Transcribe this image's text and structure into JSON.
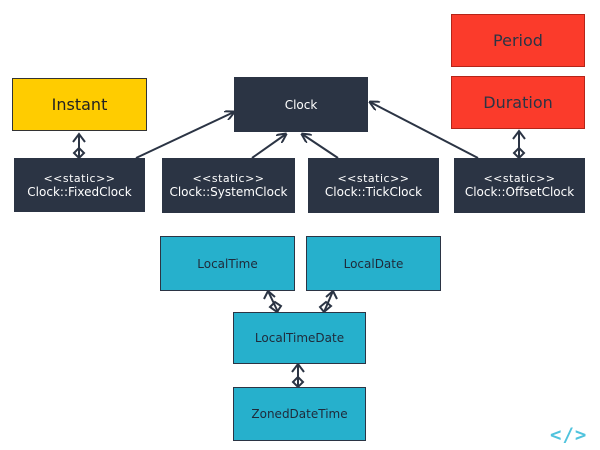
{
  "diagram": {
    "nodes": {
      "instant": "Instant",
      "clock": "Clock",
      "period": "Period",
      "duration": "Duration",
      "fixed_clock": {
        "stereotype": "<<static>>",
        "name": "Clock::FixedClock"
      },
      "system_clock": {
        "stereotype": "<<static>>",
        "name": "Clock::SystemClock"
      },
      "tick_clock": {
        "stereotype": "<<static>>",
        "name": "Clock::TickClock"
      },
      "offset_clock": {
        "stereotype": "<<static>>",
        "name": "Clock::OffsetClock"
      },
      "local_time": "LocalTime",
      "local_date": "LocalDate",
      "local_time_date": "LocalTimeDate",
      "zoned_date_time": "ZonedDateTime"
    },
    "edges": [
      {
        "from": "fixed_clock",
        "to": "clock",
        "kind": "inheritance"
      },
      {
        "from": "system_clock",
        "to": "clock",
        "kind": "inheritance"
      },
      {
        "from": "tick_clock",
        "to": "clock",
        "kind": "inheritance"
      },
      {
        "from": "offset_clock",
        "to": "clock",
        "kind": "inheritance"
      },
      {
        "from": "fixed_clock",
        "to": "instant",
        "kind": "composition"
      },
      {
        "from": "offset_clock",
        "to": "duration",
        "kind": "composition"
      },
      {
        "from": "local_time_date",
        "to": "local_time",
        "kind": "composition"
      },
      {
        "from": "local_time_date",
        "to": "local_date",
        "kind": "composition"
      },
      {
        "from": "zoned_date_time",
        "to": "local_time_date",
        "kind": "composition"
      }
    ],
    "colors": {
      "dark": "#2b3444",
      "yellow": "#ffcc00",
      "red": "#fb3b2b",
      "teal": "#26b0cc",
      "logo": "#4fc3dd"
    }
  },
  "logo": {
    "icon": "code-brackets-icon",
    "text": "</>"
  }
}
